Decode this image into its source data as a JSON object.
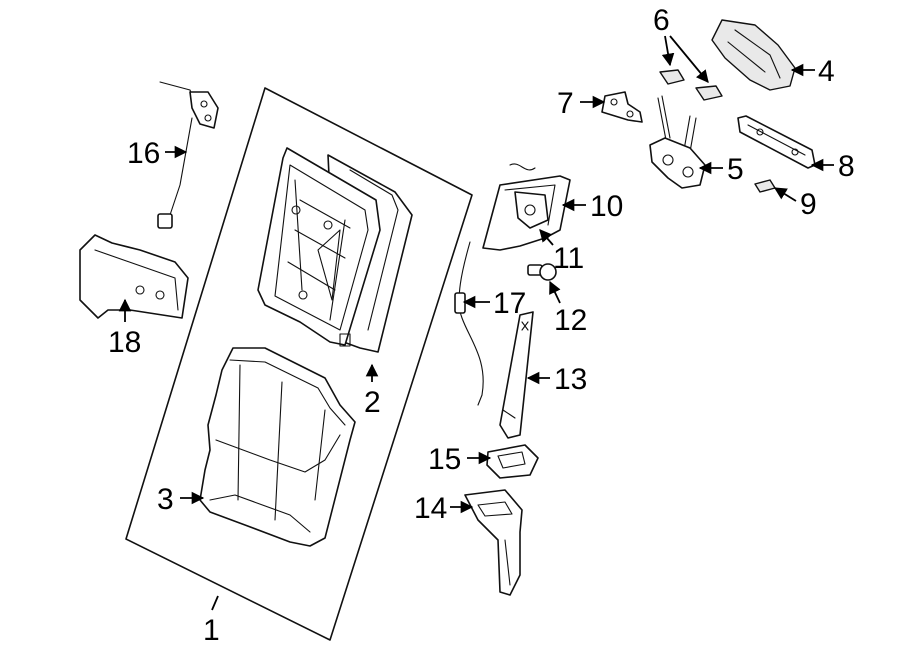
{
  "diagram": {
    "callouts": [
      "1",
      "2",
      "3",
      "4",
      "5",
      "6",
      "7",
      "8",
      "9",
      "10",
      "11",
      "12",
      "13",
      "14",
      "15",
      "16",
      "17",
      "18"
    ],
    "line_color": "#111111",
    "background": "#ffffff"
  }
}
